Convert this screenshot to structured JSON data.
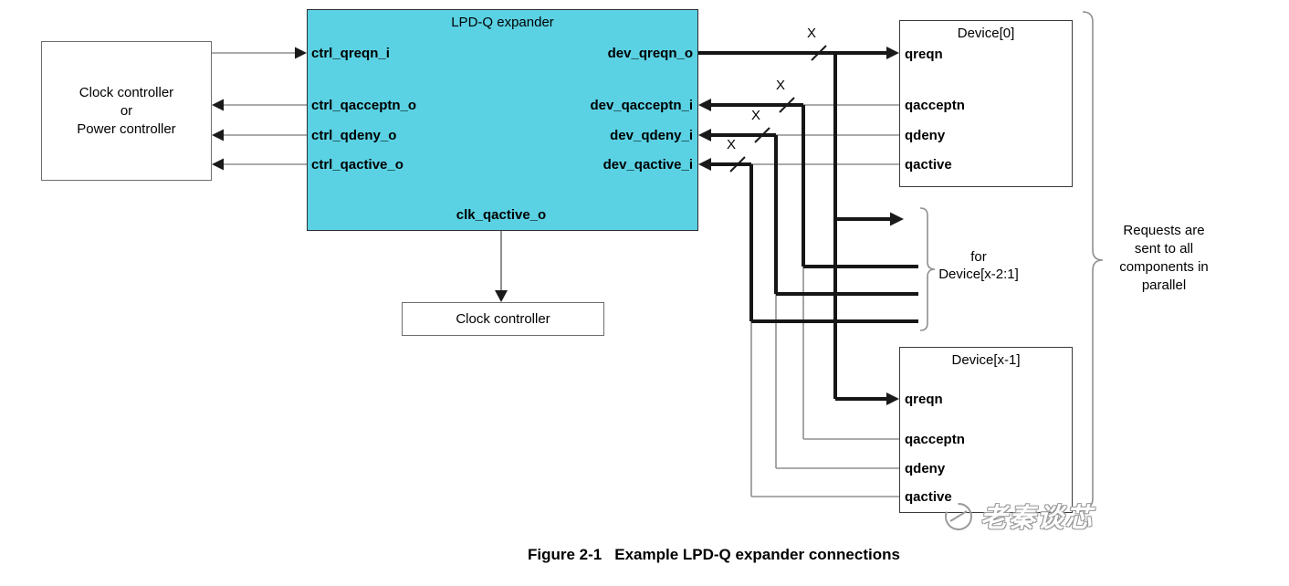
{
  "colors": {
    "expander_fill": "#5ad2e4",
    "thick_line": "#161616",
    "thin_line": "#8f8f8f"
  },
  "left_controller": {
    "lines": [
      "Clock controller",
      "or",
      "Power controller"
    ]
  },
  "expander": {
    "title": "LPD-Q expander",
    "left_ports": [
      "ctrl_qreqn_i",
      "ctrl_qacceptn_o",
      "ctrl_qdeny_o",
      "ctrl_qactive_o"
    ],
    "right_ports": [
      "dev_qreqn_o",
      "dev_qacceptn_i",
      "dev_qdeny_i",
      "dev_qactive_i"
    ],
    "bottom_port": "clk_qactive_o"
  },
  "clock_controller": {
    "label": "Clock controller"
  },
  "device0": {
    "title": "Device[0]",
    "ports": [
      "qreqn",
      "qacceptn",
      "qdeny",
      "qactive"
    ]
  },
  "devicex": {
    "title": "Device[x-1]",
    "ports": [
      "qreqn",
      "qacceptn",
      "qdeny",
      "qactive"
    ]
  },
  "bus_width_label": "X",
  "middle_brace_label": {
    "lines": [
      "for",
      "Device[x-2:1]"
    ]
  },
  "right_note": {
    "lines": [
      "Requests are",
      "sent to all",
      "components in",
      "parallel"
    ]
  },
  "caption": {
    "number": "Figure 2-1",
    "title": "Example LPD-Q expander connections"
  },
  "watermark": "老秦谈芯"
}
